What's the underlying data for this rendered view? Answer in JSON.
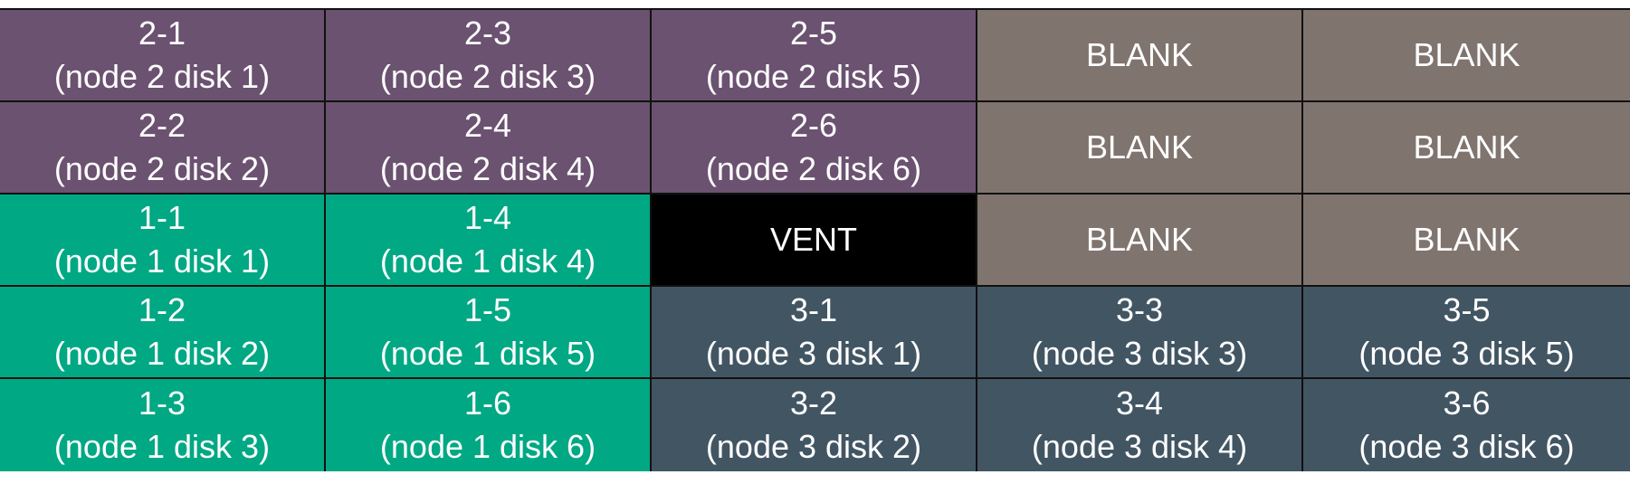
{
  "colors": {
    "node1": "#00a884",
    "node2": "#6b5270",
    "node3": "#425563",
    "blank": "#80746e",
    "vent": "#000000",
    "text": "#ffffff",
    "grid_lines": "#111111"
  },
  "grid": {
    "rows": [
      [
        {
          "kind": "node2",
          "id": "2-1",
          "desc": "(node 2 disk 1)"
        },
        {
          "kind": "node2",
          "id": "2-3",
          "desc": "(node 2 disk 3)"
        },
        {
          "kind": "node2",
          "id": "2-5",
          "desc": "(node 2 disk 5)"
        },
        {
          "kind": "blank",
          "id": "BLANK",
          "desc": ""
        },
        {
          "kind": "blank",
          "id": "BLANK",
          "desc": ""
        }
      ],
      [
        {
          "kind": "node2",
          "id": "2-2",
          "desc": "(node 2 disk 2)"
        },
        {
          "kind": "node2",
          "id": "2-4",
          "desc": "(node 2 disk 4)"
        },
        {
          "kind": "node2",
          "id": "2-6",
          "desc": "(node 2 disk 6)"
        },
        {
          "kind": "blank",
          "id": "BLANK",
          "desc": ""
        },
        {
          "kind": "blank",
          "id": "BLANK",
          "desc": ""
        }
      ],
      [
        {
          "kind": "node1",
          "id": "1-1",
          "desc": "(node 1 disk 1)"
        },
        {
          "kind": "node1",
          "id": "1-4",
          "desc": "(node 1 disk 4)"
        },
        {
          "kind": "vent",
          "id": "VENT",
          "desc": ""
        },
        {
          "kind": "blank",
          "id": "BLANK",
          "desc": ""
        },
        {
          "kind": "blank",
          "id": "BLANK",
          "desc": ""
        }
      ],
      [
        {
          "kind": "node1",
          "id": "1-2",
          "desc": "(node 1 disk 2)"
        },
        {
          "kind": "node1",
          "id": "1-5",
          "desc": "(node 1 disk 5)"
        },
        {
          "kind": "node3",
          "id": "3-1",
          "desc": "(node 3 disk 1)"
        },
        {
          "kind": "node3",
          "id": "3-3",
          "desc": "(node 3 disk 3)"
        },
        {
          "kind": "node3",
          "id": "3-5",
          "desc": "(node 3 disk 5)"
        }
      ],
      [
        {
          "kind": "node1",
          "id": "1-3",
          "desc": "(node 1 disk 3)"
        },
        {
          "kind": "node1",
          "id": "1-6",
          "desc": "(node 1 disk 6)"
        },
        {
          "kind": "node3",
          "id": "3-2",
          "desc": "(node 3 disk 2)"
        },
        {
          "kind": "node3",
          "id": "3-4",
          "desc": "(node 3 disk 4)"
        },
        {
          "kind": "node3",
          "id": "3-6",
          "desc": "(node 3 disk 6)"
        }
      ]
    ]
  }
}
